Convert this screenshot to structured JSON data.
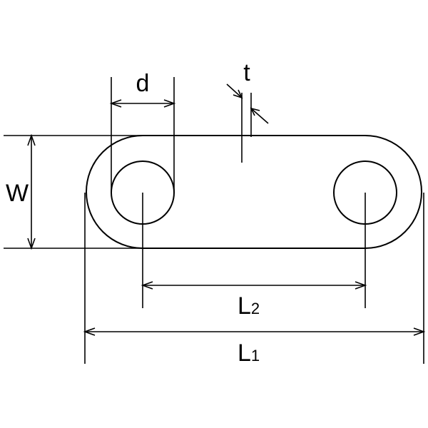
{
  "labels": {
    "d": "d",
    "t": "t",
    "w": "W",
    "l2_main": "L",
    "l2_sub": "2",
    "l1_main": "L",
    "l1_sub": "1"
  },
  "colors": {
    "line": "#000000",
    "background": "#ffffff"
  }
}
